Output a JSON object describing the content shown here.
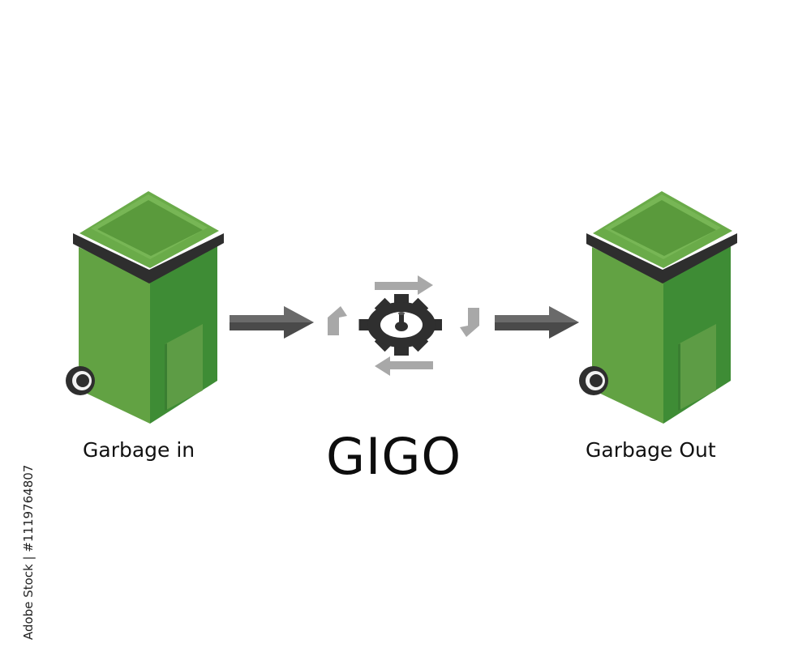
{
  "diagram": {
    "title": "GIGO",
    "input_label": "Garbage in",
    "output_label": "Garbage Out",
    "side_credit": "Adobe Stock | #1119764807"
  },
  "icons": {
    "input_bin": "green-trash-bin-icon",
    "output_bin": "green-trash-bin-icon",
    "process": "gear-with-eye-and-cycle-arrows-icon",
    "flow_arrow": "right-arrow-icon"
  },
  "colors": {
    "bin_front": "#5c9e3f",
    "bin_side": "#3d8a33",
    "bin_lid": "#6aaa48",
    "bin_rim": "#2b2b2b",
    "arrow": "#555555",
    "gear": "#333333",
    "cycle_arrows": "#a9a9a9"
  }
}
